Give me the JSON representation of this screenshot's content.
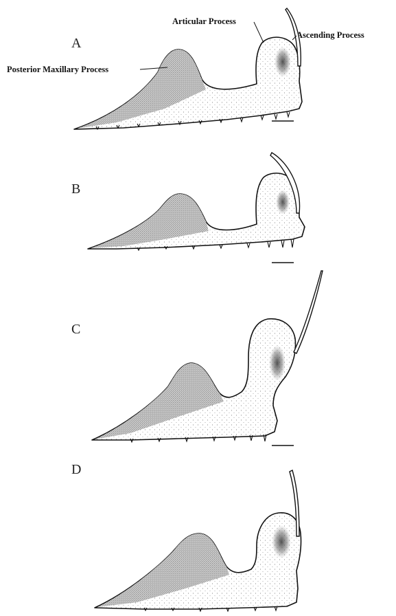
{
  "figure": {
    "panels": [
      {
        "letter": "A"
      },
      {
        "letter": "B"
      },
      {
        "letter": "C"
      },
      {
        "letter": "D"
      }
    ],
    "callouts": {
      "articular": "Articular Process",
      "ascending": "Ascending Process",
      "posterior": "Posterior Maxillary Process"
    }
  }
}
